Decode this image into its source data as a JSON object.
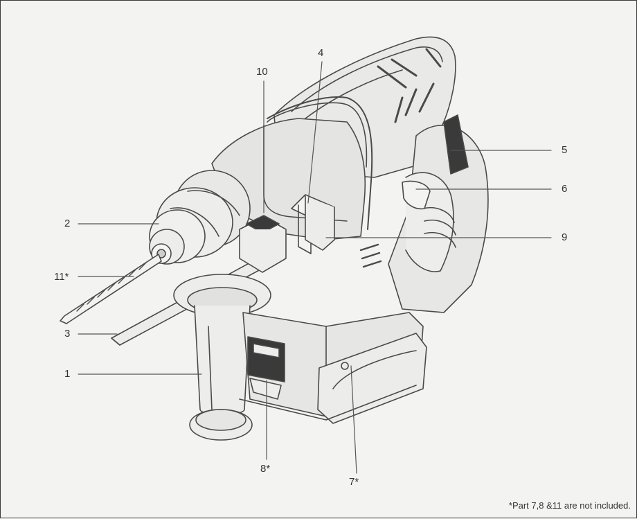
{
  "callouts": [
    {
      "id": "1",
      "text": "1"
    },
    {
      "id": "2",
      "text": "2"
    },
    {
      "id": "3",
      "text": "3"
    },
    {
      "id": "4",
      "text": "4"
    },
    {
      "id": "5",
      "text": "5"
    },
    {
      "id": "6",
      "text": "6"
    },
    {
      "id": "7",
      "text": "7*"
    },
    {
      "id": "8",
      "text": "8*"
    },
    {
      "id": "9",
      "text": "9"
    },
    {
      "id": "10",
      "text": "10"
    },
    {
      "id": "11",
      "text": "11*"
    }
  ],
  "footnote": "*Part 7,8 &11 are not included.",
  "colors": {
    "line": "#4a4a4a",
    "fill_light": "#ededeb",
    "fill_mid": "#d8d8d6",
    "fill_dark": "#3a3a3a",
    "background": "#f3f3f1"
  }
}
